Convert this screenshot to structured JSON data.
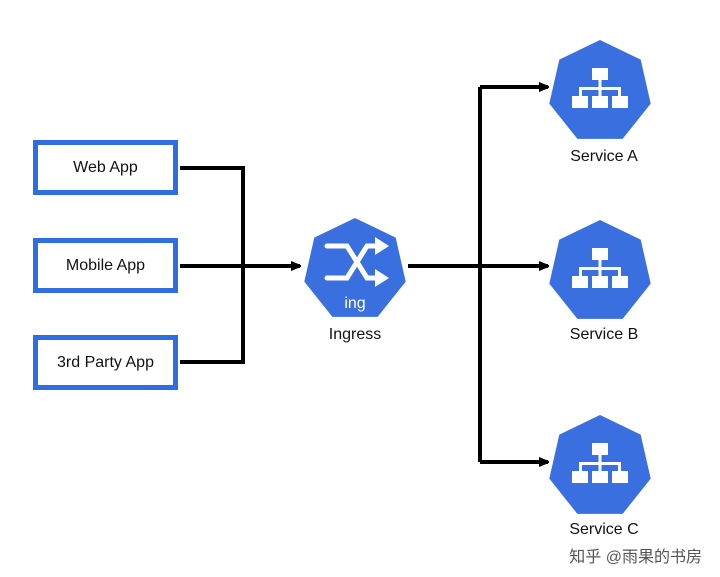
{
  "clients": [
    {
      "label": "Web App"
    },
    {
      "label": "Mobile App"
    },
    {
      "label": "3rd Party App"
    }
  ],
  "ingress": {
    "label": "Ingress",
    "badge": "ing",
    "icon": "ingress-shuffle-icon"
  },
  "services": [
    {
      "label": "Service A",
      "icon": "service-hierarchy-icon"
    },
    {
      "label": "Service B",
      "icon": "service-hierarchy-icon"
    },
    {
      "label": "Service C",
      "icon": "service-hierarchy-icon"
    }
  ],
  "watermark": "知乎 @雨果的书房",
  "colors": {
    "node_blue": "#3a6fe0",
    "box_border": "#2f6ee0",
    "line": "#000000",
    "icon_white": "#ffffff"
  }
}
